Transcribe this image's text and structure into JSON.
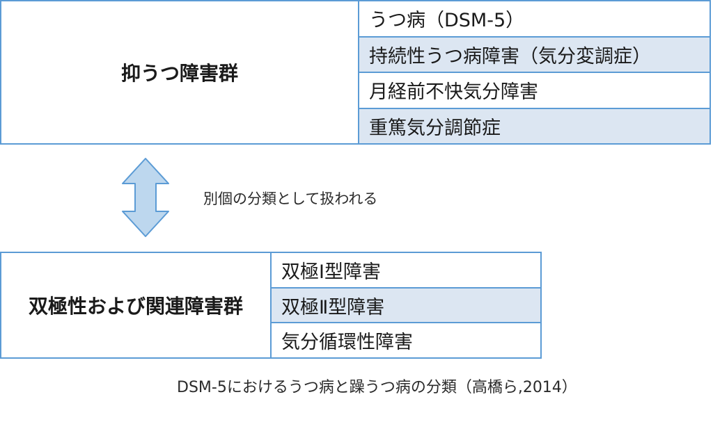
{
  "groups": [
    {
      "label": "抑うつ障害群",
      "items": [
        "うつ病（DSM-5）",
        "持続性うつ病障害（気分変調症）",
        "月経前不快気分障害",
        "重篤気分調節症"
      ]
    },
    {
      "label": "双極性および関連障害群",
      "items": [
        "双極Ⅰ型障害",
        "双極Ⅱ型障害",
        "気分循環性障害"
      ]
    }
  ],
  "relation_label": "別個の分類として扱われる",
  "caption": "DSM-5におけるうつ病と躁うつ病の分類（高橋ら,2014）",
  "colors": {
    "border": "#5b9bd5",
    "row_shade": "#dce6f2",
    "arrow_fill": "#bdd7ee"
  },
  "icons": {
    "relation_arrow": "double-headed-vertical-arrow"
  }
}
